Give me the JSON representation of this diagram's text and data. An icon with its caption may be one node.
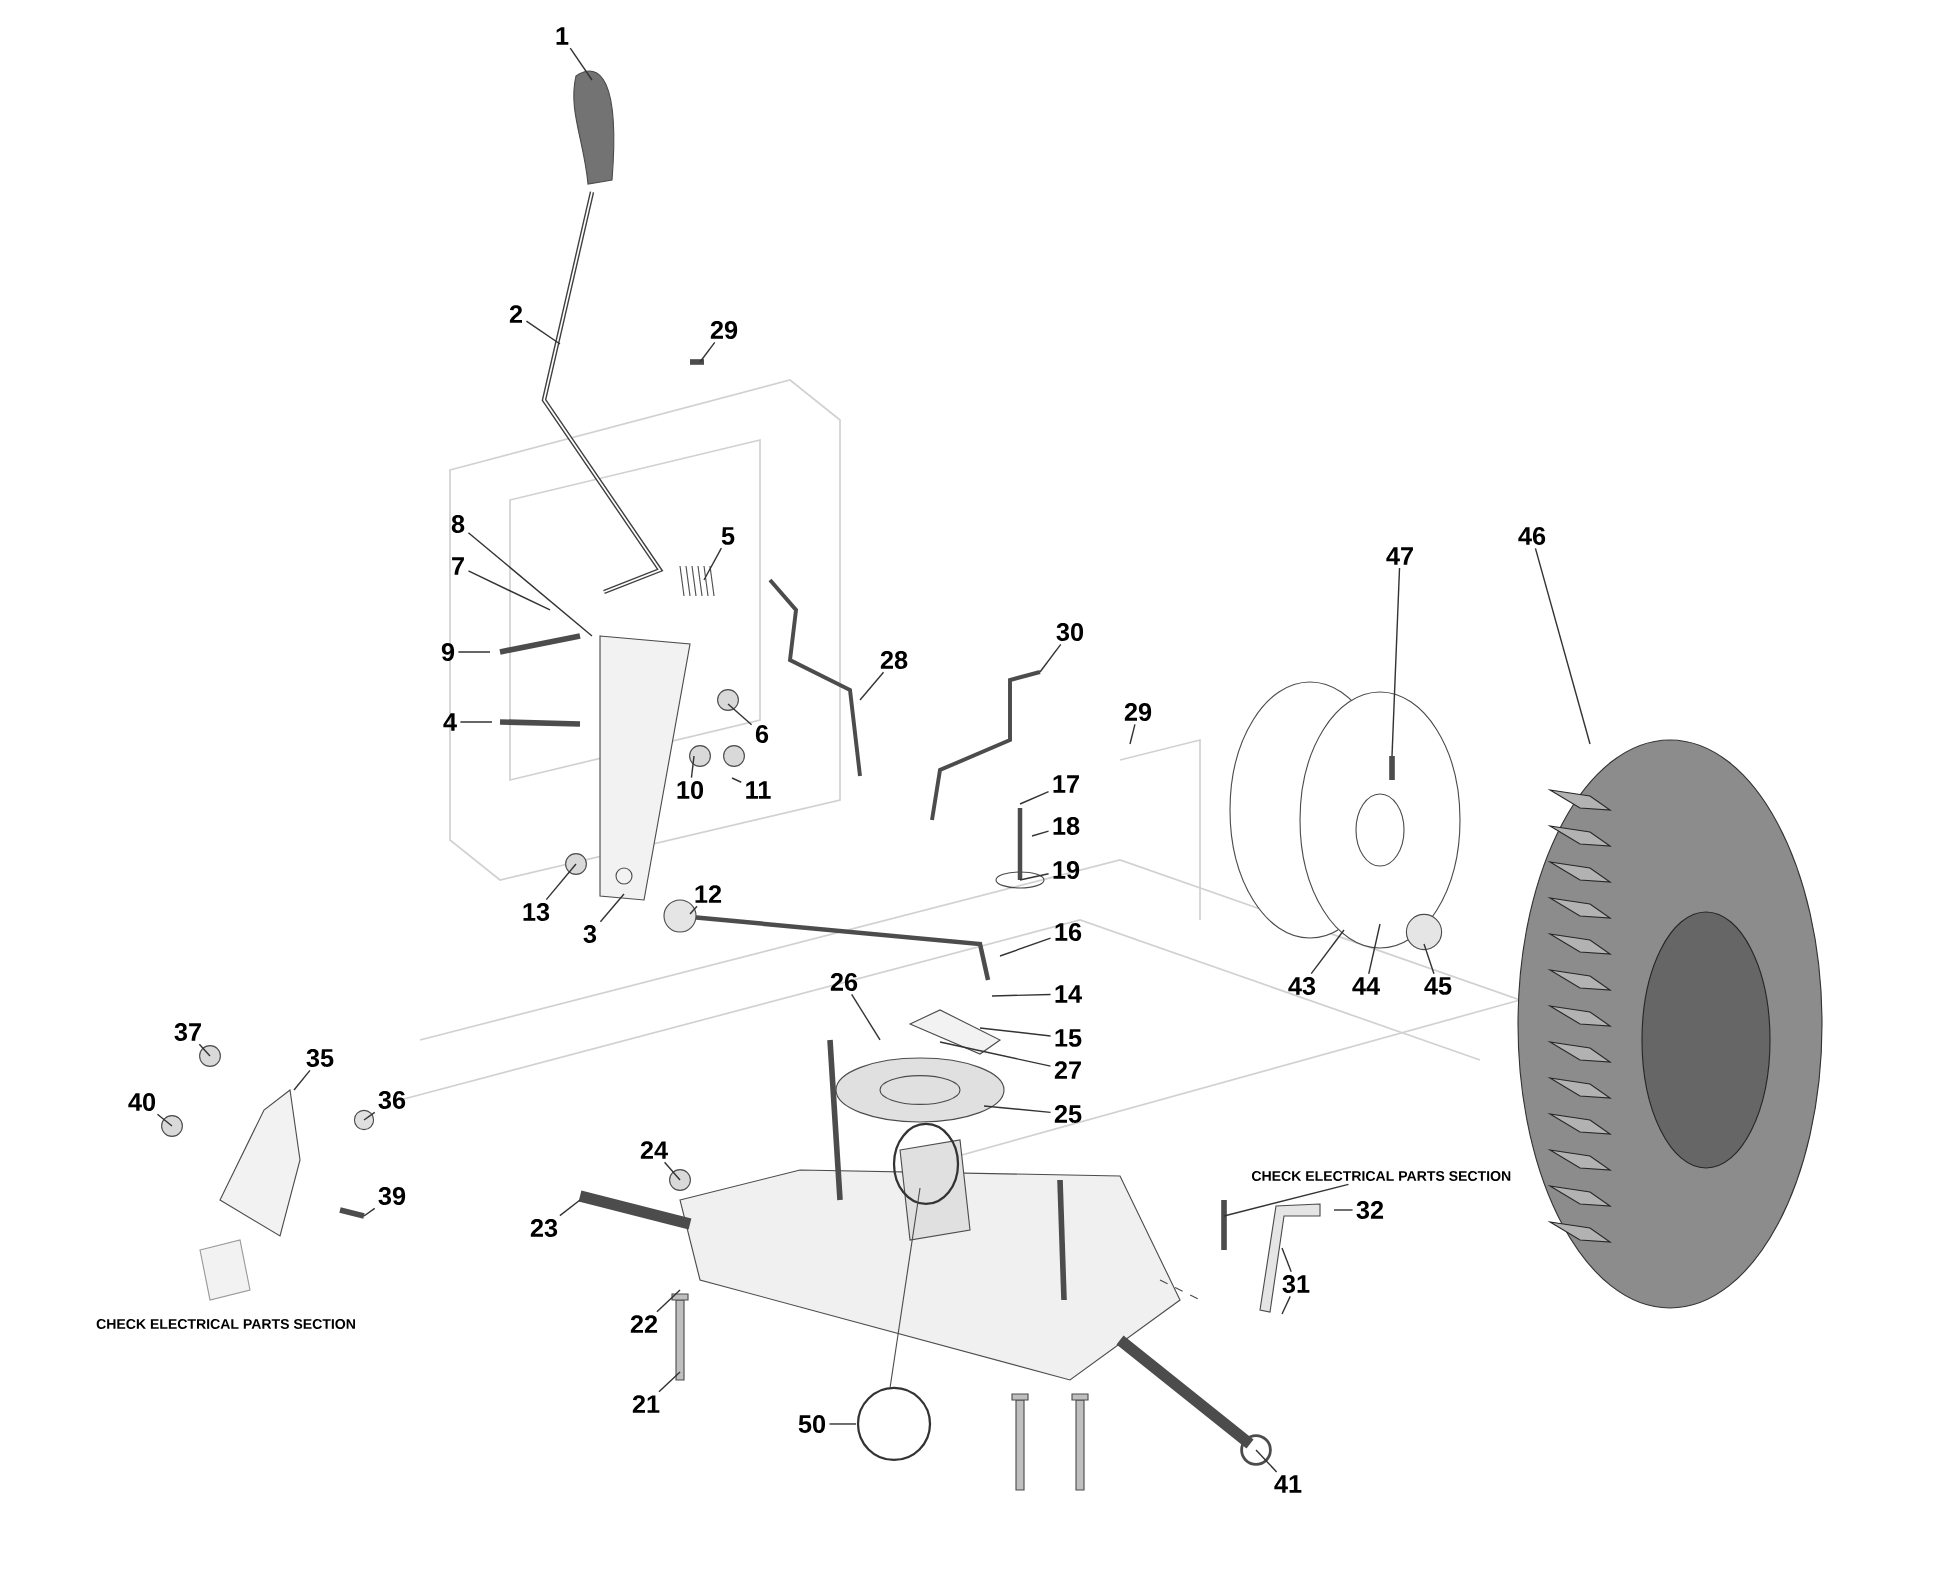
{
  "diagram": {
    "nodes": [
      {
        "text": [
          "1"
        ]
      },
      {
        "text": [
          "2"
        ]
      },
      {
        "text": [
          "29"
        ]
      },
      {
        "text": [
          "46"
        ]
      },
      {
        "text": [
          "8"
        ]
      },
      {
        "text": [
          "5"
        ]
      },
      {
        "text": [
          "47"
        ]
      },
      {
        "text": [
          "7"
        ]
      },
      {
        "text": [
          "30"
        ]
      },
      {
        "text": [
          "9"
        ]
      },
      {
        "text": [
          "28"
        ]
      },
      {
        "text": [
          "29"
        ]
      },
      {
        "text": [
          "4"
        ]
      },
      {
        "text": [
          "6"
        ]
      },
      {
        "text": [
          "17"
        ]
      },
      {
        "text": [
          "10"
        ]
      },
      {
        "text": [
          "11"
        ]
      },
      {
        "text": [
          "18"
        ]
      },
      {
        "text": [
          "19"
        ]
      },
      {
        "text": [
          "12"
        ]
      },
      {
        "text": [
          "13"
        ]
      },
      {
        "text": [
          "3"
        ]
      },
      {
        "text": [
          "16"
        ]
      },
      {
        "text": [
          "43"
        ]
      },
      {
        "text": [
          "44"
        ]
      },
      {
        "text": [
          "45"
        ]
      },
      {
        "text": [
          "26"
        ]
      },
      {
        "text": [
          "14"
        ]
      },
      {
        "text": [
          "37"
        ]
      },
      {
        "text": [
          "15"
        ]
      },
      {
        "text": [
          "35"
        ]
      },
      {
        "text": [
          "27"
        ]
      },
      {
        "text": [
          "36"
        ]
      },
      {
        "text": [
          "40"
        ]
      },
      {
        "text": [
          "25"
        ]
      },
      {
        "text": [
          "24"
        ]
      },
      {
        "text": [
          "CHECK ELECTRICAL PARTS SECTION"
        ]
      },
      {
        "text": [
          "39"
        ]
      },
      {
        "text": [
          "32"
        ]
      },
      {
        "text": [
          "23"
        ]
      },
      {
        "text": [
          "31"
        ]
      },
      {
        "text": [
          "22"
        ]
      },
      {
        "text": [
          "21"
        ]
      },
      {
        "text": [
          "50"
        ]
      },
      {
        "text": [
          "41"
        ]
      }
    ],
    "edges": [
      {
        "from": 0,
        "to": null,
        "arrow": "none"
      },
      {
        "from": 1,
        "to": null,
        "arrow": "none"
      },
      {
        "from": 2,
        "to": null,
        "arrow": "none"
      },
      {
        "from": 3,
        "to": null,
        "arrow": "none"
      },
      {
        "from": 4,
        "to": null,
        "arrow": "none"
      },
      {
        "from": 5,
        "to": null,
        "arrow": "none"
      },
      {
        "from": 6,
        "to": null,
        "arrow": "none"
      },
      {
        "from": 7,
        "to": null,
        "arrow": "none"
      },
      {
        "from": 8,
        "to": null,
        "arrow": "none"
      },
      {
        "from": 9,
        "to": null,
        "arrow": "none"
      },
      {
        "from": 10,
        "to": null,
        "arrow": "none"
      },
      {
        "from": 11,
        "to": null,
        "arrow": "none"
      },
      {
        "from": 12,
        "to": null,
        "arrow": "none"
      },
      {
        "from": 13,
        "to": null,
        "arrow": "none"
      },
      {
        "from": 14,
        "to": null,
        "arrow": "none"
      },
      {
        "from": 15,
        "to": null,
        "arrow": "none"
      },
      {
        "from": 16,
        "to": null,
        "arrow": "none"
      },
      {
        "from": 17,
        "to": null,
        "arrow": "none"
      },
      {
        "from": 18,
        "to": null,
        "arrow": "none"
      },
      {
        "from": 19,
        "to": null,
        "arrow": "none"
      },
      {
        "from": 20,
        "to": null,
        "arrow": "none"
      },
      {
        "from": 21,
        "to": null,
        "arrow": "none"
      },
      {
        "from": 22,
        "to": null,
        "arrow": "none"
      },
      {
        "from": 23,
        "to": null,
        "arrow": "none"
      },
      {
        "from": 24,
        "to": null,
        "arrow": "none"
      },
      {
        "from": 25,
        "to": null,
        "arrow": "none"
      },
      {
        "from": 26,
        "to": null,
        "arrow": "none"
      },
      {
        "from": 27,
        "to": null,
        "arrow": "none"
      },
      {
        "from": 28,
        "to": null,
        "arrow": "none"
      },
      {
        "from": 29,
        "to": null,
        "arrow": "none"
      },
      {
        "from": 30,
        "to": null,
        "arrow": "none"
      },
      {
        "from": 31,
        "to": null,
        "arrow": "none"
      },
      {
        "from": 32,
        "to": null,
        "arrow": "none"
      },
      {
        "from": 33,
        "to": null,
        "arrow": "none"
      },
      {
        "from": 34,
        "to": null,
        "arrow": "none"
      },
      {
        "from": 35,
        "to": null,
        "arrow": "none"
      },
      {
        "from": 36,
        "to": null,
        "arrow": "none"
      },
      {
        "from": 37,
        "to": null,
        "arrow": "none"
      },
      {
        "from": 38,
        "to": null,
        "arrow": "none"
      },
      {
        "from": 39,
        "to": null,
        "arrow": "none"
      },
      {
        "from": 40,
        "to": null,
        "arrow": "none"
      },
      {
        "from": 40,
        "to": null,
        "arrow": "none"
      },
      {
        "from": 41,
        "to": null,
        "arrow": "none"
      },
      {
        "from": 42,
        "to": null,
        "arrow": "none"
      },
      {
        "from": 43,
        "to": null,
        "arrow": "none"
      },
      {
        "from": 44,
        "to": null,
        "arrow": "none"
      }
    ],
    "labels": [
      "CHECK ELECTRICAL PARTS SECTION"
    ]
  }
}
